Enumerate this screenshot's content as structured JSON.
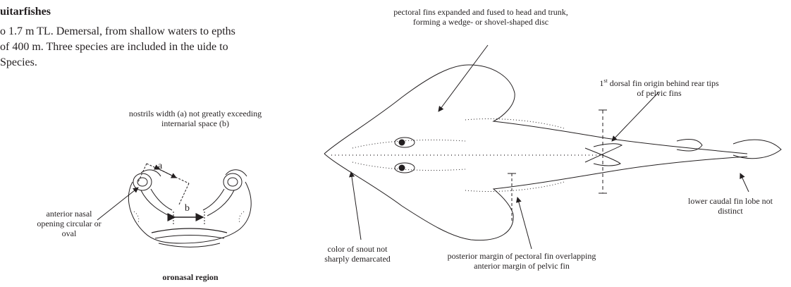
{
  "heading": "uitarfishes",
  "paragraph": "o 1.7 m TL. Demersal, from shallow waters to epths of 400 m. Three species are included in the uide to Species.",
  "labels": {
    "nostrils": "nostrils width (a) not greatly exceeding internarial space (b)",
    "anterior_nasal": "anterior nasal opening circular or oval",
    "oronasal": "oronasal region",
    "letter_a": "a",
    "letter_b": "b",
    "pectoral_fins": "pectoral fins expanded and fused to head and trunk, forming a wedge- or shovel-shaped disc",
    "dorsal_sup": "st",
    "dorsal_num": "1",
    "dorsal_rest": " dorsal fin origin behind rear tips of pelvic fins",
    "snout": "color of snout not sharply demarcated",
    "posterior_margin": "posterior margin of pectoral fin overlapping anterior margin of pelvic fin",
    "caudal": "lower caudal fin lobe not distinct"
  }
}
